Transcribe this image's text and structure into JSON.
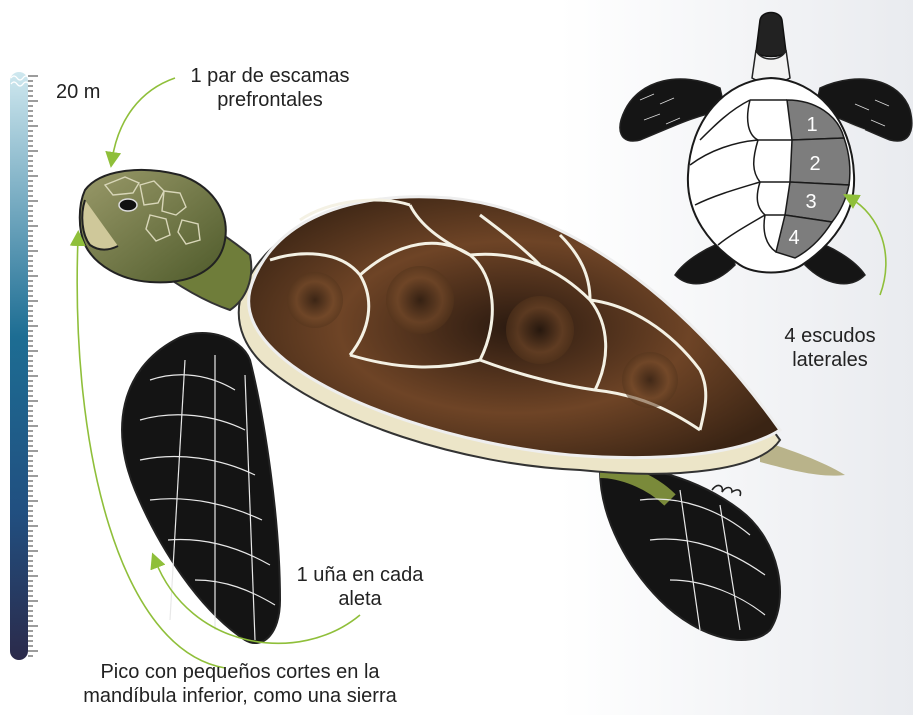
{
  "scale": {
    "max_label": "20 m",
    "colors": {
      "top": "#cfe8ef",
      "mid": "#1d6d93",
      "bottom": "#2b2a4a"
    }
  },
  "annotations": {
    "prefrontal": [
      "1 par de escamas",
      "prefrontales"
    ],
    "lateral_scutes": [
      "4 escudos",
      "laterales"
    ],
    "claw": [
      "1 uña en cada",
      "aleta"
    ],
    "beak": [
      "Pico con pequeños cortes en la",
      "mandíbula inferior, como una sierra"
    ]
  },
  "scute_numbers": [
    "1",
    "2",
    "3",
    "4"
  ],
  "colors": {
    "arrow": "#8fbf3a",
    "shell": "#5a3a22",
    "skin": "#6b7a3a",
    "flipper": "#141414",
    "scute_highlight": "#7d7d7d"
  }
}
